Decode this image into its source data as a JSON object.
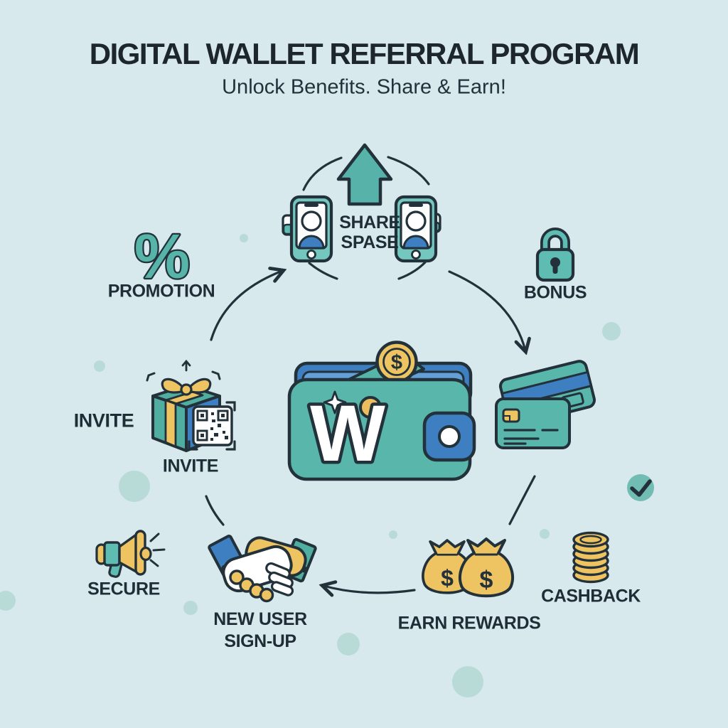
{
  "header": {
    "title": "DIGITAL WALLET REFERRAL PROGRAM",
    "subtitle": "Unlock Benefits. Share & Earn!"
  },
  "diagram": {
    "share": {
      "line1": "SHARE",
      "line2": "SPASE"
    },
    "wallet": {
      "letter": "W",
      "coin_symbol": "$"
    },
    "promotion": {
      "label": "PROMOTION",
      "symbol": "%"
    },
    "bonus": {
      "label": "BONUS"
    },
    "invite": {
      "outer_label": "INVITE",
      "caption": "INVITE"
    },
    "secure": {
      "label": "SECURE"
    },
    "new_user": {
      "line1": "NEW USER",
      "line2": "SIGN-UP"
    },
    "earn_rewards": {
      "label": "EARN REWARDS",
      "bag_symbol": "$"
    },
    "cashback": {
      "label": "CASHBACK"
    }
  },
  "colors": {
    "background": "#d7e9ed",
    "teal": "#57b4a9",
    "blue": "#3d7fc1",
    "gold": "#eec361",
    "outline": "#22313a",
    "dots": "#b8dbd7"
  }
}
